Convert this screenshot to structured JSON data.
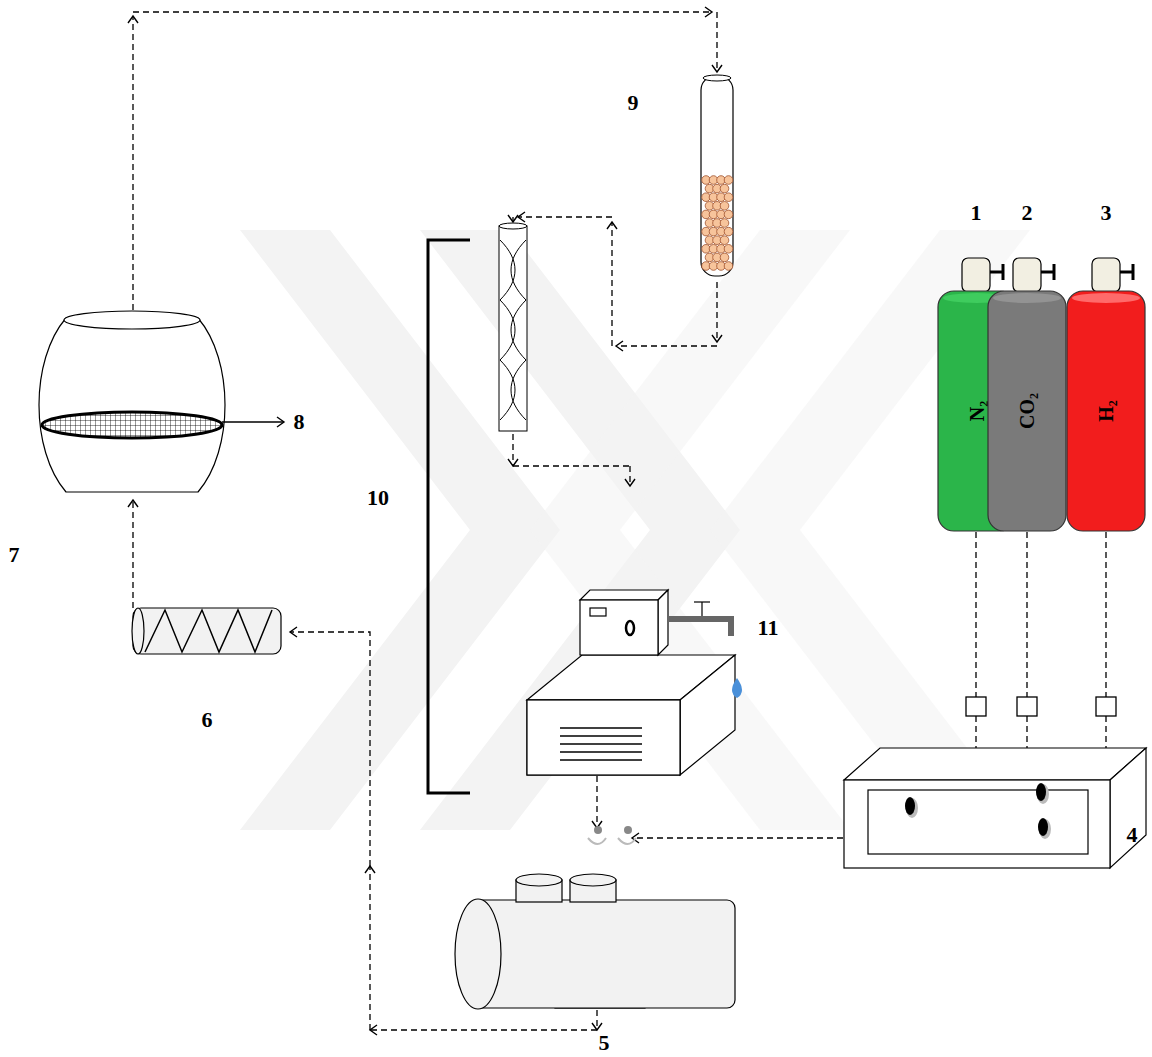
{
  "diagram": {
    "nodes": [
      {
        "text": [
          "N₂"
        ]
      },
      {
        "text": [
          "CO₂"
        ]
      },
      {
        "text": [
          "H₂"
        ]
      }
    ],
    "labels": [
      "9",
      "1",
      "2",
      "3",
      "8",
      "10",
      "7",
      "11",
      "6",
      "5",
      "4"
    ]
  }
}
